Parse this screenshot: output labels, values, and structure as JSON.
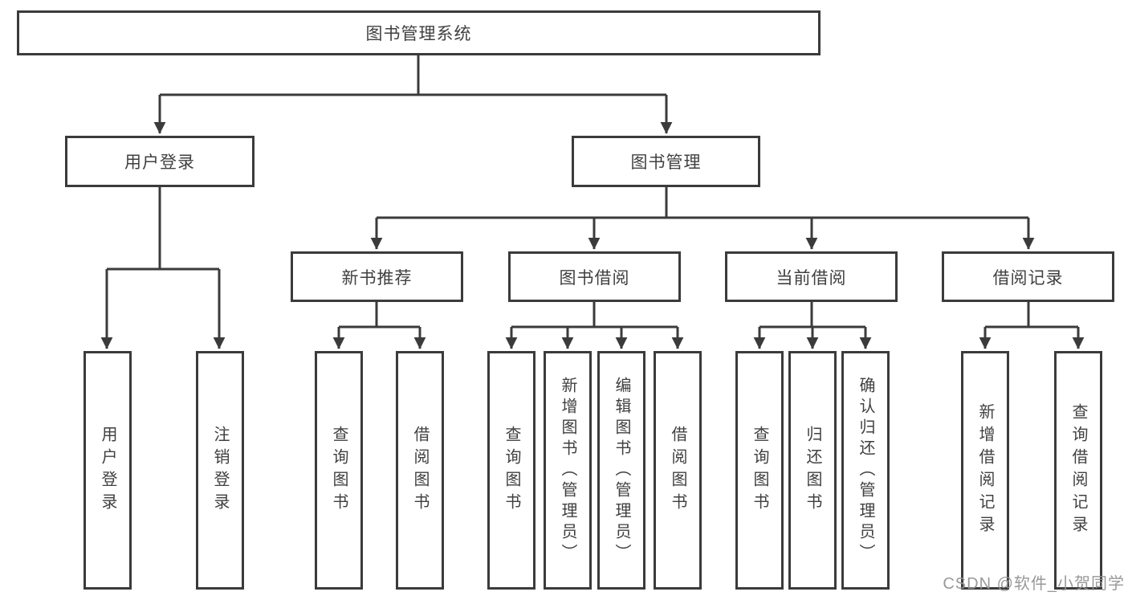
{
  "diagram": {
    "root": {
      "label": "图书管理系统"
    },
    "login": {
      "label": "用户登录",
      "children": [
        {
          "label": "用户登录"
        },
        {
          "label": "注销登录"
        }
      ]
    },
    "management": {
      "label": "图书管理",
      "sections": [
        {
          "label": "新书推荐",
          "children": [
            {
              "label": "查询图书"
            },
            {
              "label": "借阅图书"
            }
          ]
        },
        {
          "label": "图书借阅",
          "children": [
            {
              "label": "查询图书"
            },
            {
              "label": "新增图书（管理员）"
            },
            {
              "label": "编辑图书（管理员）"
            },
            {
              "label": "借阅图书"
            }
          ]
        },
        {
          "label": "当前借阅",
          "children": [
            {
              "label": "查询图书"
            },
            {
              "label": "归还图书"
            },
            {
              "label": "确认归还（管理员）"
            }
          ]
        },
        {
          "label": "借阅记录",
          "children": [
            {
              "label": "新增借阅记录"
            },
            {
              "label": "查询借阅记录"
            }
          ]
        }
      ]
    },
    "line_color": "#3b3b3b",
    "text_color": "#404040"
  },
  "watermark": {
    "text": "CSDN @软件_小贺同学",
    "color": "#949494"
  }
}
